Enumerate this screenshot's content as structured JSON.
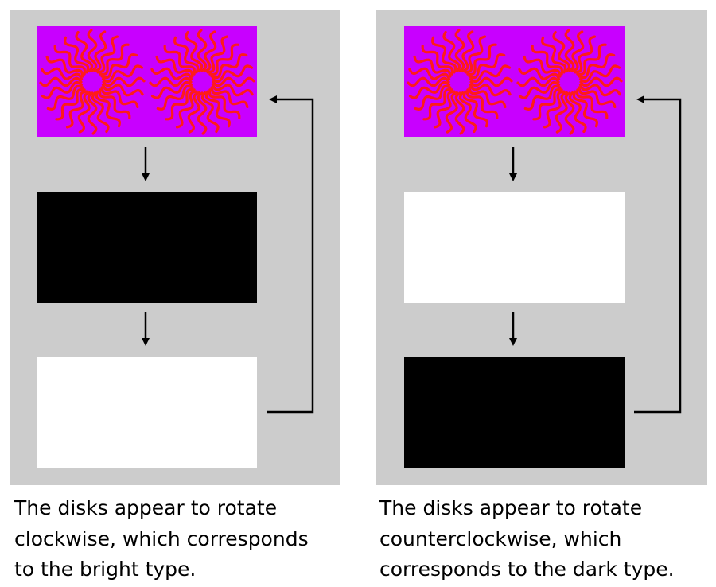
{
  "colors": {
    "panel": "#cccccc",
    "stimulus_bg": "#c800ff",
    "wave": "#ff1a1a",
    "dark": "#000000",
    "bright": "#ffffff"
  },
  "left": {
    "sequence": [
      "stimulus",
      "dark",
      "bright"
    ],
    "caption": [
      "The disks appear to rotate",
      "clockwise, which corresponds",
      "to the bright type."
    ]
  },
  "right": {
    "sequence": [
      "stimulus",
      "bright",
      "dark"
    ],
    "caption": [
      "The disks appear to rotate",
      "counterclockwise, which",
      "corresponds to the dark type."
    ]
  }
}
